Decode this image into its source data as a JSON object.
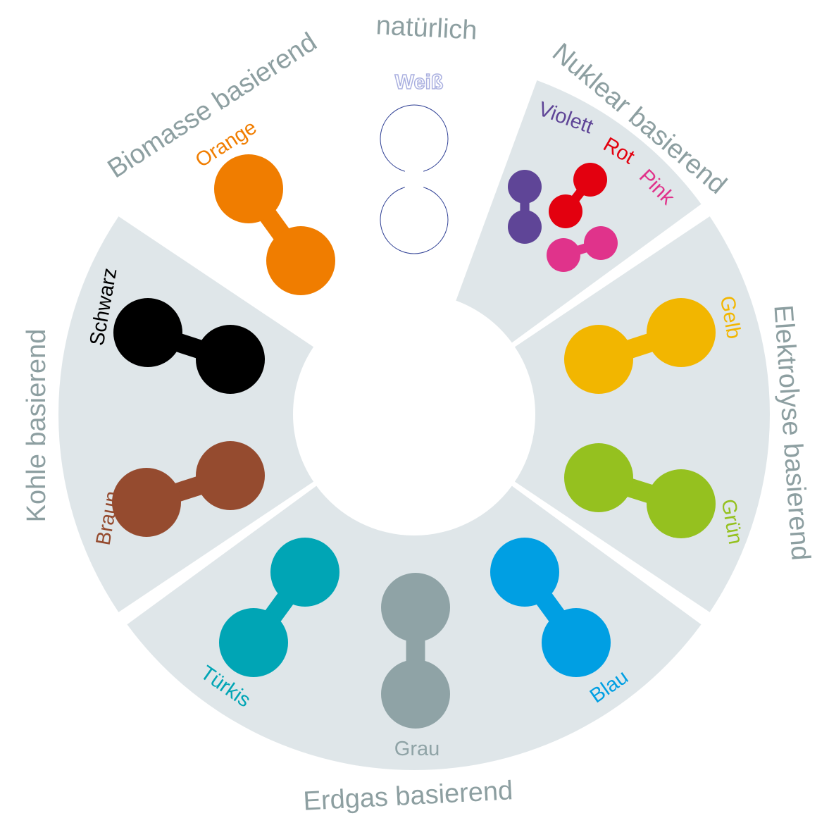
{
  "categories": {
    "natural": "natürlich",
    "biomass": "Biomasse basierend",
    "nuclear": "Nuklear basierend",
    "electrolysis": "Elektrolyse basierend",
    "natural_gas": "Erdgas basierend",
    "coal": "Kohle basierend"
  },
  "hydrogen_colors": {
    "orange": {
      "label": "Orange",
      "color": "#f07d00"
    },
    "white": {
      "label": "Weiß",
      "color": "#ffffff",
      "outline": "#2e3f94",
      "text_outline": "#aab0e0"
    },
    "violet": {
      "label": "Violett",
      "color": "#5f4597"
    },
    "red": {
      "label": "Rot",
      "color": "#e3000f"
    },
    "pink": {
      "label": "Pink",
      "color": "#e0338b"
    },
    "black": {
      "label": "Schwarz",
      "color": "#000000"
    },
    "brown": {
      "label": "Braun",
      "color": "#954b2f"
    },
    "yellow": {
      "label": "Gelb",
      "color": "#f2b600"
    },
    "green": {
      "label": "Grün",
      "color": "#95c11f"
    },
    "turquoise": {
      "label": "Türkis",
      "color": "#00a5b5"
    },
    "grey": {
      "label": "Grau",
      "color": "#8fa3a6"
    },
    "blue": {
      "label": "Blau",
      "color": "#009fe3"
    }
  },
  "sector_fill": "#dfe6e9",
  "category_text_color": "#8d9fa1"
}
